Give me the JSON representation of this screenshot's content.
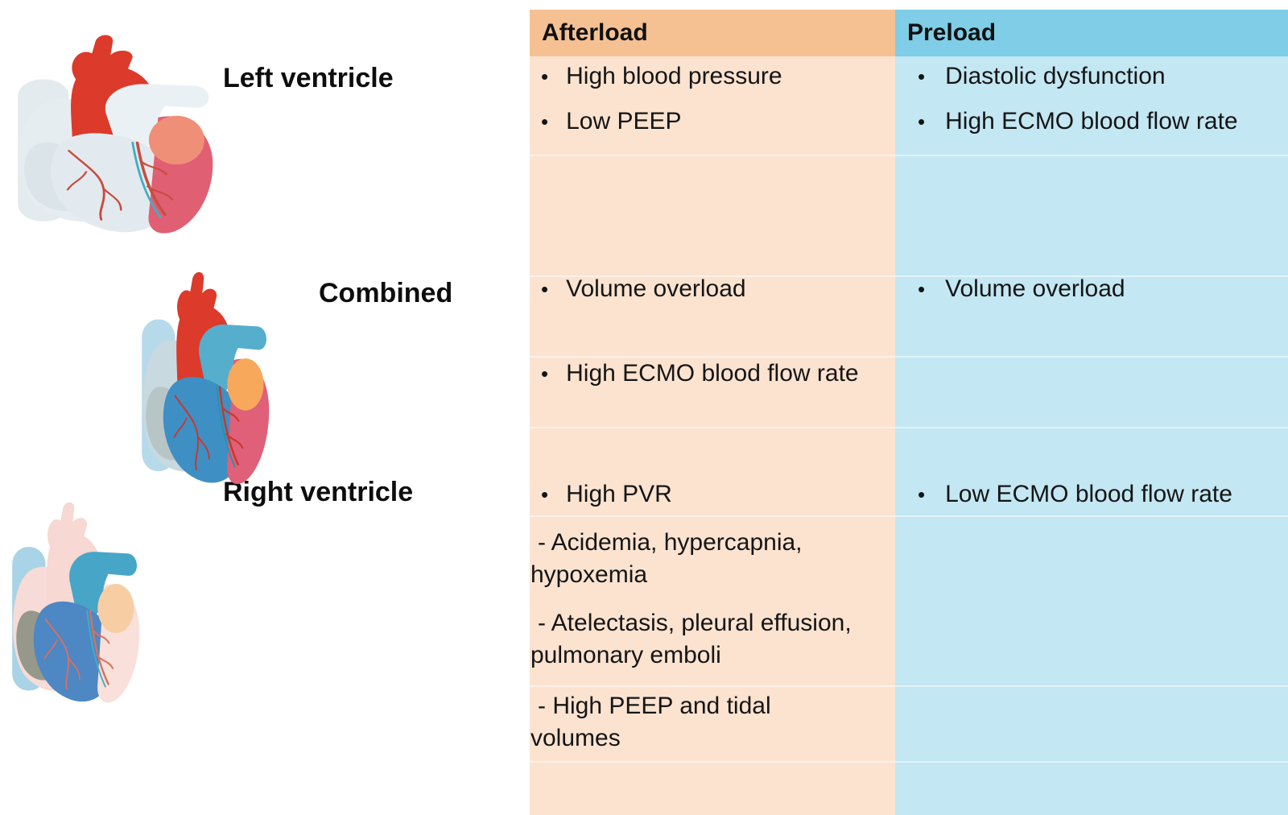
{
  "bullet_char": "•",
  "colors": {
    "afterload_header_bg": "#F5C193",
    "afterload_body_bg": "#FBE3D0",
    "preload_header_bg": "#7FCDE6",
    "preload_body_bg": "#C3E7F3",
    "text": "#111111"
  },
  "rows": [
    {
      "label": "Left ventricle"
    },
    {
      "label": "Combined"
    },
    {
      "label": "Right ventricle"
    }
  ],
  "table": {
    "afterload": {
      "header": "Afterload",
      "items": [
        "High blood pressure",
        "Low PEEP",
        "Volume overload",
        "High ECMO blood flow rate",
        "High PVR",
        "- Acidemia, hypercapnia,\nhypoxemia",
        "- Atelectasis, pleural effusion,\npulmonary emboli",
        "- High PEEP and tidal\nvolumes"
      ]
    },
    "preload": {
      "header": "Preload",
      "items": [
        "Diastolic dysfunction",
        "High ECMO blood flow rate",
        "Volume overload",
        "Low ECMO blood flow rate"
      ]
    }
  },
  "illustrations": [
    {
      "name": "heart-left-ventricle",
      "highlight": "left ventricle",
      "palette": {
        "vein": "#E3EBEE",
        "body": "#E6EDF1",
        "atriumPatch": "#DBE5E9",
        "aorta": "#DC3A2A",
        "pa": "#EAF1F4",
        "rv": "#E3EAEF",
        "lv": "#E05F73",
        "lvPatch": "#EF8F77",
        "vessel": "#C94C3E",
        "vessel2": "#3FAFC4"
      }
    },
    {
      "name": "heart-combined",
      "highlight": "both ventricles",
      "palette": {
        "vein": "#B7DAEB",
        "body": "#C8D9E0",
        "atriumPatch": "#B8C5C7",
        "aorta": "#DC3A2A",
        "pa": "#56AECD",
        "rv": "#3E8FC4",
        "lv": "#DF6078",
        "lvPatch": "#F8A85A",
        "vessel": "#CC3528",
        "vessel2": "#2E8FA8"
      }
    },
    {
      "name": "heart-right-ventricle",
      "highlight": "right ventricle",
      "palette": {
        "vein": "#A9D3E6",
        "body": "#F7DBD6",
        "atriumPatch": "#95988B",
        "aorta": "#F7D8D2",
        "pa": "#47A6C7",
        "rv": "#4D87C4",
        "lv": "#F9E0DB",
        "lvPatch": "#F7CEA4",
        "vessel": "#D9705F",
        "vessel2": "#3FAFC4"
      }
    }
  ]
}
